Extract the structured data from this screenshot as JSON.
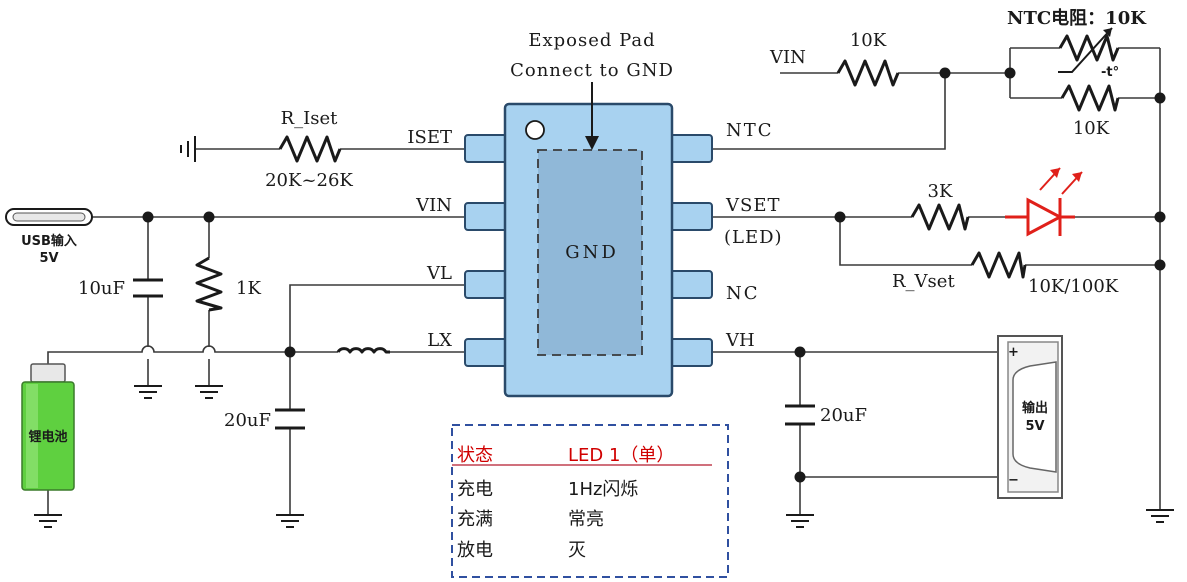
{
  "chip": {
    "pad_label_line1": "Exposed Pad",
    "pad_label_line2": "Connect to GND",
    "gnd_label": "GND",
    "pins_left": [
      "ISET",
      "VIN",
      "VL",
      "LX"
    ],
    "pins_right": [
      "NTC",
      "VSET",
      "(LED)",
      "NC",
      "VH"
    ]
  },
  "components": {
    "r_iset_name": "R_Iset",
    "r_iset_value": "20K~26K",
    "vin_label": "VIN",
    "r_vin_value": "10K",
    "ntc_label": "NTC电阻：10K",
    "ntc_temp_symbol": "-t°",
    "r_ntc_parallel_value": "10K",
    "r_led_value": "3K",
    "r_vset_name": "R_Vset",
    "r_vset_value": "10K/100K",
    "cap_in_value": "10uF",
    "r_1k_value": "1K",
    "cap_vl_value": "20uF",
    "cap_out_value": "20uF",
    "usb_label_line1": "USB输入",
    "usb_label_line2": "5V",
    "battery_label": "锂电池",
    "output_label_line1": "输出",
    "output_label_line2": "5V",
    "output_plus": "+",
    "output_minus": "−"
  },
  "status_table": {
    "headers": [
      "状态",
      "LED 1（单）"
    ],
    "rows": [
      [
        "充电",
        "1Hz闪烁"
      ],
      [
        "充满",
        "常亮"
      ],
      [
        "放电",
        "灭"
      ]
    ]
  },
  "colors": {
    "chip_fill": "#a8d2f0",
    "chip_stroke": "#2a4a6a",
    "led_red": "#e0201a",
    "battery_green": "#5fd040",
    "table_border": "#3050a0",
    "table_header_text": "#d00000"
  }
}
